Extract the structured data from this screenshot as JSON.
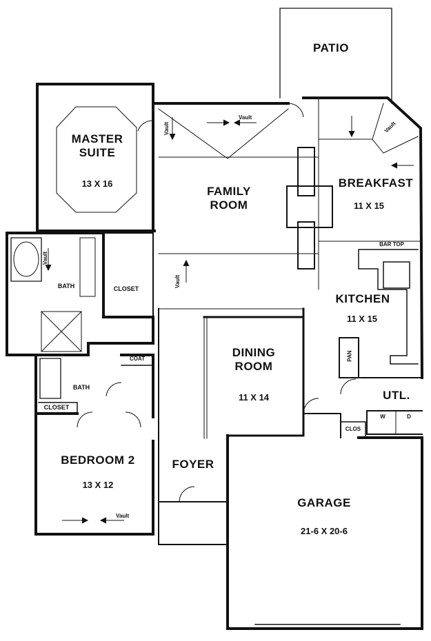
{
  "rooms": {
    "patio": "PATIO",
    "master_suite": {
      "name_l1": "MASTER",
      "name_l2": "SUITE",
      "dim": "13 X 16"
    },
    "family_room": {
      "name_l1": "FAMILY",
      "name_l2": "ROOM"
    },
    "breakfast": {
      "name": "BREAKFAST",
      "dim": "11 X 15"
    },
    "bar_top": "BAR TOP",
    "kitchen": {
      "name": "KITCHEN",
      "dim": "11 X 15"
    },
    "master_bath": "BATH",
    "master_closet": "CLOSET",
    "coat": "COAT",
    "bath2": "BATH",
    "closet2": "CLOSET",
    "bedroom2": {
      "name": "BEDROOM 2",
      "dim": "13 X 12"
    },
    "dining_room": {
      "name_l1": "DINING",
      "name_l2": "ROOM",
      "dim": "11 X 14"
    },
    "pan": "PAN",
    "utl": "UTL.",
    "washer": "W",
    "dryer": "D",
    "clos": "CLOS",
    "foyer": "FOYER",
    "garage": {
      "name": "GARAGE",
      "dim": "21-6 X 20-6"
    }
  },
  "vault_labels": {
    "master": "Vault",
    "family_top": "Vault",
    "family_mid": "Vault",
    "breakfast": "Vault",
    "master_bath": "Vault",
    "bedroom2": "Vault"
  }
}
